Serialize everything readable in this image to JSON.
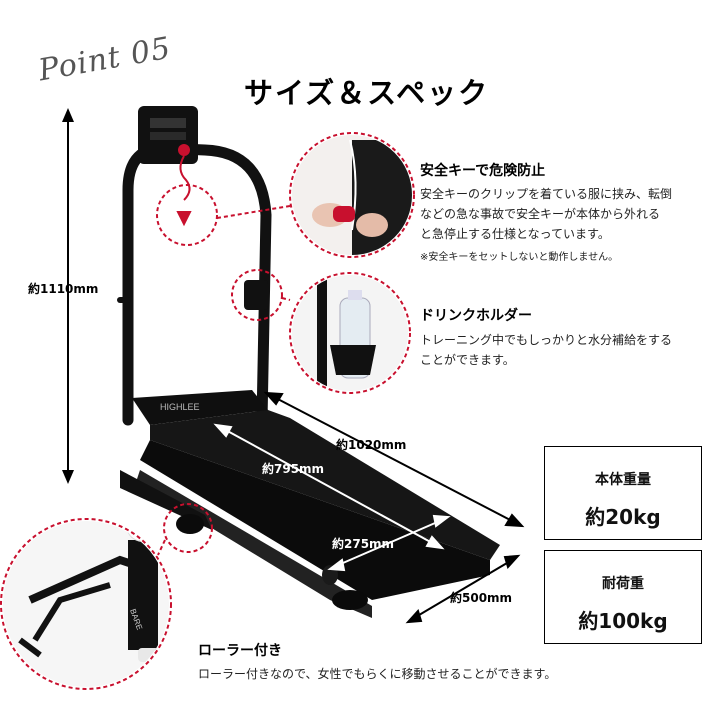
{
  "header": {
    "point_label": "Point 05",
    "title": "サイズ＆スペック"
  },
  "features": {
    "safety_key": {
      "title": "安全キーで危険防止",
      "body_line1": "安全キーのクリップを着ている服に挟み、転倒",
      "body_line2": "などの急な事故で安全キーが本体から外れる",
      "body_line3": "と急停止する仕様となっています。",
      "note": "※安全キーをセットしないと動作しません。"
    },
    "drink_holder": {
      "title": "ドリンクホルダー",
      "body_line1": "トレーニング中でもしっかりと水分補給をする",
      "body_line2": "ことができます。"
    },
    "roller": {
      "title": "ローラー付き",
      "body": "ローラー付きなので、女性でもらくに移動させることができます。"
    }
  },
  "dimensions": {
    "height": "約1110mm",
    "length": "約1020mm",
    "belt_length": "約795mm",
    "belt_width": "約275mm",
    "width": "約500mm"
  },
  "specs": [
    {
      "label": "本体重量",
      "value": "約20kg"
    },
    {
      "label": "耐荷重",
      "value": "約100kg"
    }
  ],
  "brand": {
    "deck_logo": "HIGHLEE",
    "person_pants_text": "BARE"
  },
  "colors": {
    "accent_red": "#c8102e",
    "machine_black": "#111111"
  }
}
